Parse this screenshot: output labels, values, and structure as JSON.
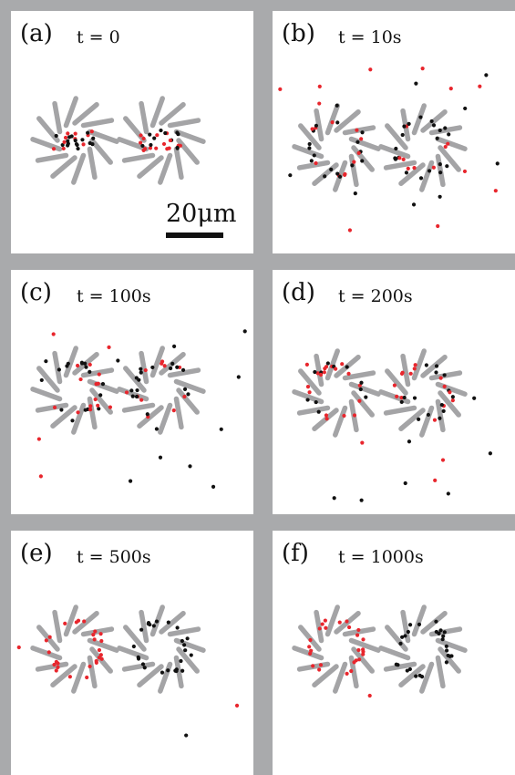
{
  "figure": {
    "colors": {
      "frame": "#a9aaac",
      "blade": "#a4a4a6",
      "particle_red": "#e8262d",
      "particle_black": "#111111"
    },
    "scale_bar": {
      "label": "20μm"
    },
    "panels": [
      {
        "label": "(a)",
        "time": "t = 0",
        "red_escaped": 0,
        "black_escaped": 0
      },
      {
        "label": "(b)",
        "time": "t = 10s",
        "red_escaped": 11,
        "black_escaped": 12
      },
      {
        "label": "(c)",
        "time": "t = 100s",
        "red_escaped": 7,
        "black_escaped": 12
      },
      {
        "label": "(d)",
        "time": "t = 200s",
        "red_escaped": 6,
        "black_escaped": 9
      },
      {
        "label": "(e)",
        "time": "t = 500s",
        "red_escaped": 2,
        "black_escaped": 1
      },
      {
        "label": "(f)",
        "time": "t = 1000s",
        "red_escaped": 1,
        "black_escaped": 0
      }
    ]
  }
}
